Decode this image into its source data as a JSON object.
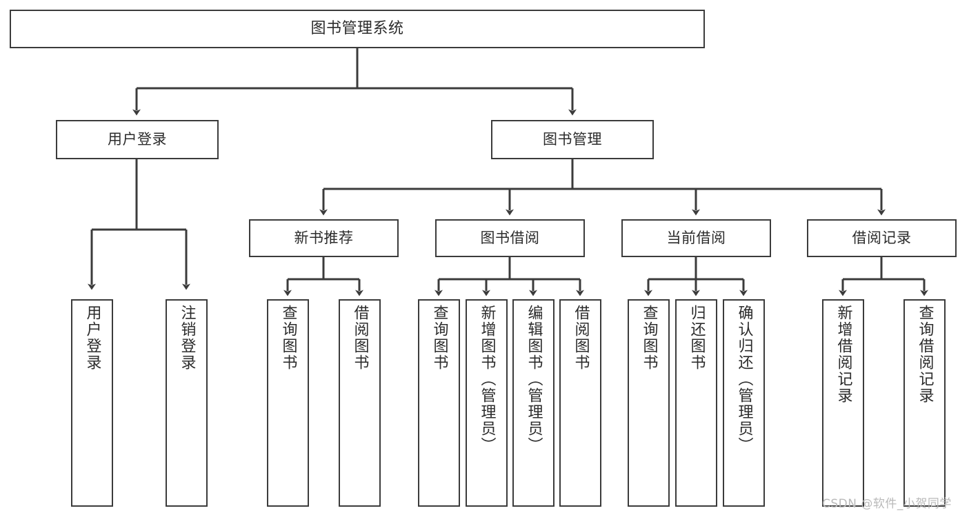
{
  "diagram": {
    "title": "图书管理系统",
    "type": "tree-hierarchy-chart",
    "root": {
      "label": "图书管理系统"
    },
    "level1": [
      {
        "label": "用户登录"
      },
      {
        "label": "图书管理"
      }
    ],
    "level2": [
      {
        "label": "新书推荐"
      },
      {
        "label": "图书借阅"
      },
      {
        "label": "当前借阅"
      },
      {
        "label": "借阅记录"
      }
    ],
    "leaves": [
      {
        "label": "用户登录"
      },
      {
        "label": "注销登录"
      },
      {
        "label": "查询图书"
      },
      {
        "label": "借阅图书"
      },
      {
        "label": "查询图书"
      },
      {
        "label": "新增图书（管理员）"
      },
      {
        "label": "编辑图书（管理员）"
      },
      {
        "label": "借阅图书"
      },
      {
        "label": "查询图书"
      },
      {
        "label": "归还图书"
      },
      {
        "label": "确认归还（管理员）"
      },
      {
        "label": "新增借阅记录"
      },
      {
        "label": "查询借阅记录"
      }
    ]
  },
  "watermark": {
    "text": "CSDN @软件_小贺同学"
  },
  "colors": {
    "stroke": "#3b3b3b",
    "fill": "#ffffff",
    "text": "#2b2b2b",
    "watermark": "#b9b9b9"
  }
}
